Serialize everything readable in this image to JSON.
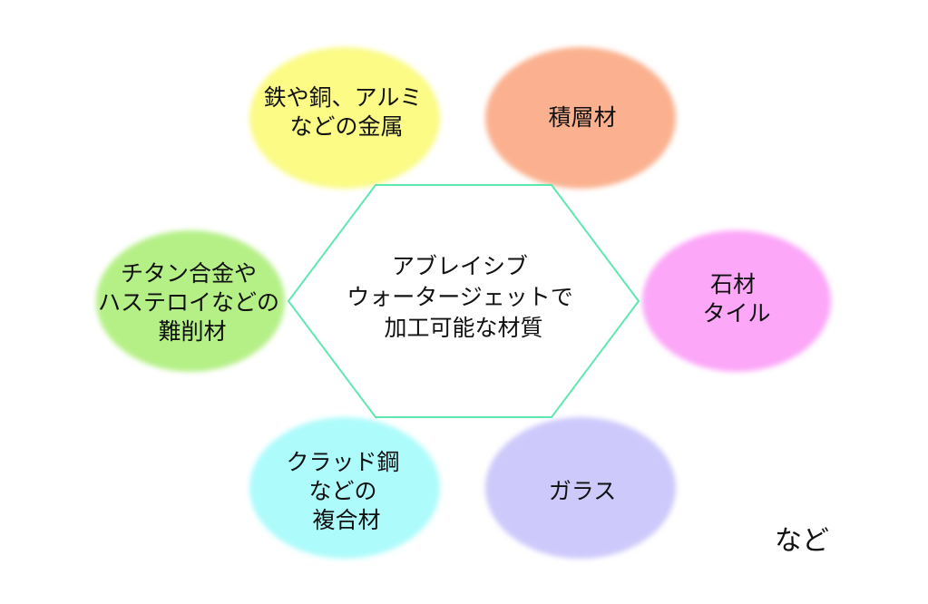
{
  "hub": {
    "lines": [
      "アブレイシブ",
      "ウォータージェットで",
      "加工可能な材質"
    ],
    "stroke_color": "#5ee8b0"
  },
  "nodes": [
    {
      "id": "metals",
      "lines": [
        "鉄や銅、アルミ",
        "などの金属"
      ],
      "color": "#fbfb86"
    },
    {
      "id": "laminate",
      "lines": [
        "積層材"
      ],
      "color": "#fbb18f"
    },
    {
      "id": "stone-tile",
      "lines": [
        "石材",
        "タイル"
      ],
      "color": "#fca7f8"
    },
    {
      "id": "glass",
      "lines": [
        "ガラス"
      ],
      "color": "#cdc9fb"
    },
    {
      "id": "clad-steel",
      "lines": [
        "クラッド鋼",
        "などの",
        "複合材"
      ],
      "color": "#adfbfb"
    },
    {
      "id": "hard-to-cut",
      "lines": [
        "チタン合金や",
        "ハステロイなどの",
        "難削材"
      ],
      "color": "#b5f087"
    }
  ],
  "footer": {
    "text": "など"
  }
}
